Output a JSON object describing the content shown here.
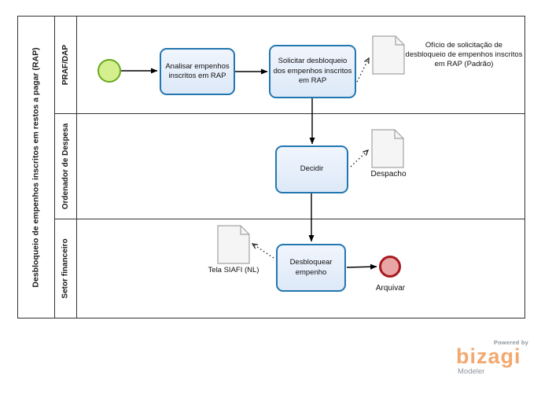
{
  "diagram": {
    "pool": {
      "title": "Desbloqueio de empenhos inscritos em restos a pagar (RAP)",
      "lanes": [
        {
          "label": "PRAF/DAP"
        },
        {
          "label": "Ordenador de Despesa"
        },
        {
          "label": "Setor financeiro"
        }
      ]
    },
    "nodes": {
      "start_event": {
        "type": "start-event"
      },
      "task_analisar": {
        "label": "Analisar empenhos inscritos em RAP"
      },
      "task_solicitar": {
        "label": "Solicitar desbloqueio dos empenhos inscritos em RAP"
      },
      "task_decidir": {
        "label": "Decidir"
      },
      "task_desbloquear": {
        "label": "Desbloquear empenho"
      },
      "end_event": {
        "label": "Arquivar"
      },
      "doc_oficio": {
        "label": "Ofício de solicitação de desbloqueio de empenhos inscritos em RAP (Padrão)"
      },
      "doc_despacho": {
        "label": "Despacho"
      },
      "doc_tela_siafi": {
        "label": "Tela SIAFI (NL)"
      }
    },
    "colors": {
      "task_fill_top": "#f0f5fd",
      "task_fill_bottom": "#dde9f8",
      "task_border": "#2277b0",
      "start_fill": "#d4ef8d",
      "start_border": "#68a81f",
      "end_fill": "#e9a6a6",
      "end_border": "#a8191f",
      "doc_fill": "#f5f5f5",
      "doc_border": "#a3a3a3",
      "lane_border": "#333333",
      "brand_orange": "#f2a86e",
      "brand_gray": "#8e959e"
    }
  },
  "branding": {
    "powered_by": "Powered by",
    "brand": "bizagi",
    "product": "Modeler"
  }
}
